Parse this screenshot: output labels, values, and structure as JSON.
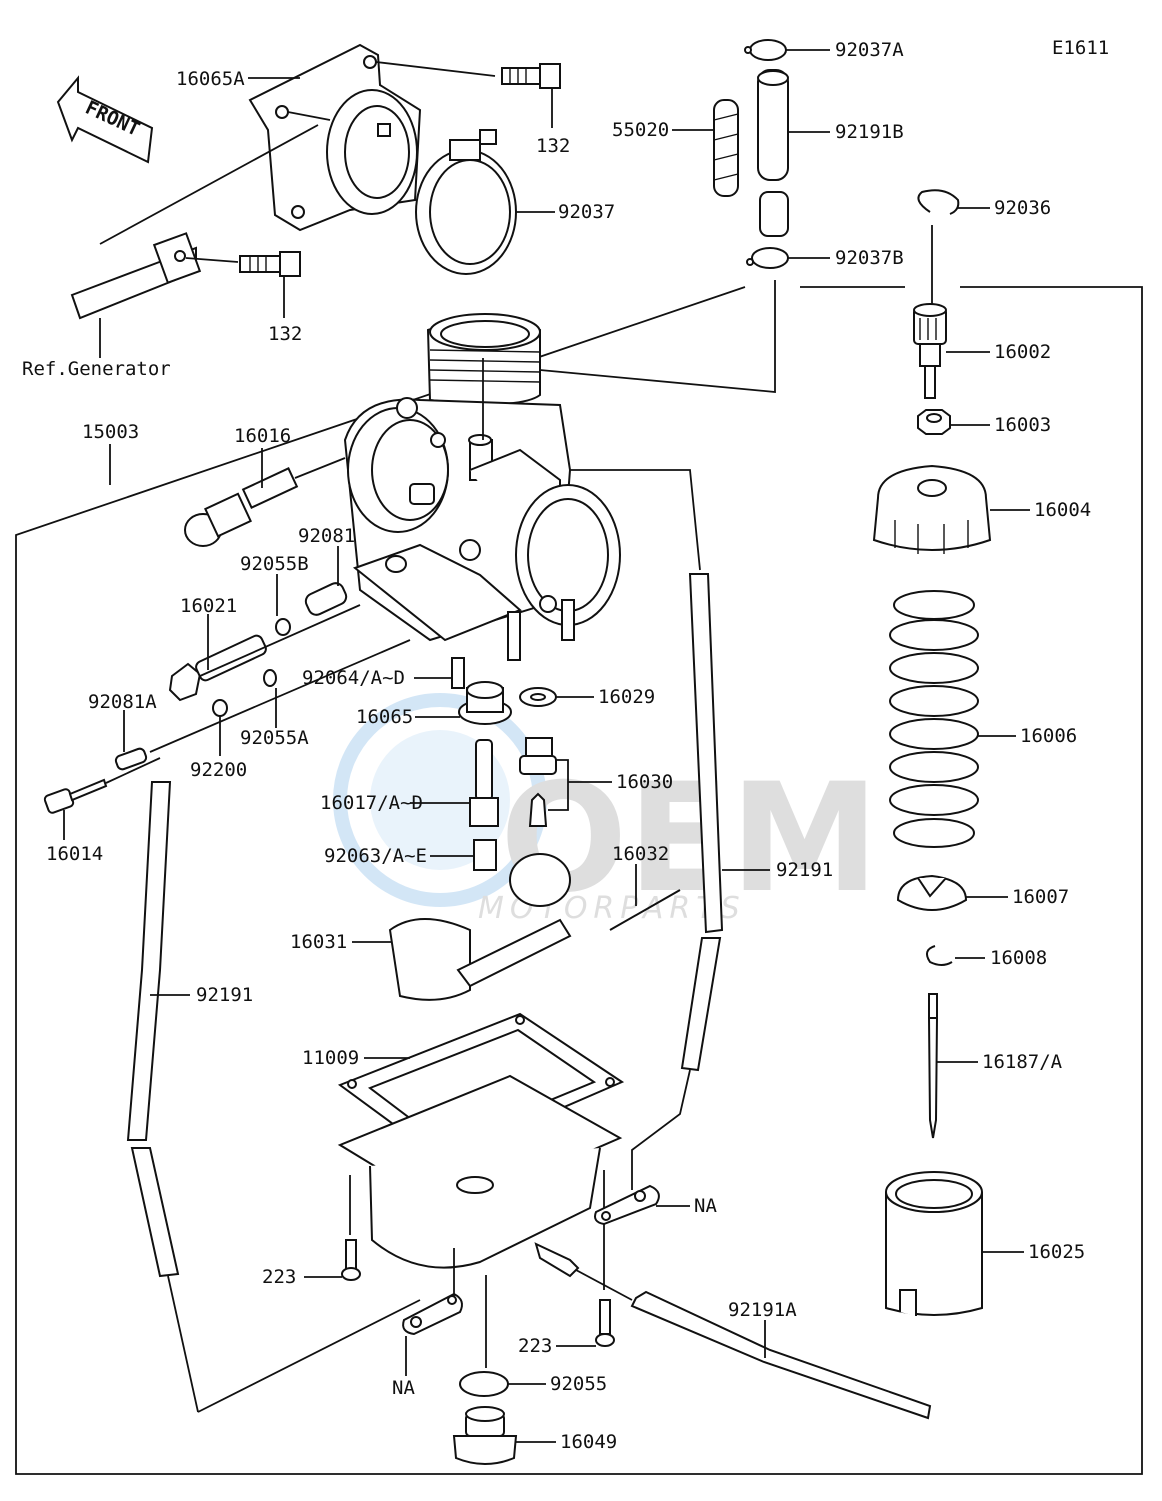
{
  "diagram": {
    "code": "E1611",
    "front_arrow_text": "FRONT",
    "ref_generator": "Ref.Generator",
    "watermark": {
      "brand": "OEM",
      "sub": "MOTORPARTS"
    },
    "labels": {
      "l16065A": "16065A",
      "l132a": "132",
      "l132b": "132",
      "l92037": "92037",
      "l92037A": "92037A",
      "l55020": "55020",
      "l92191B": "92191B",
      "l92036": "92036",
      "l92037B": "92037B",
      "l16002": "16002",
      "l16003": "16003",
      "l16004": "16004",
      "l15003": "15003",
      "l16016": "16016",
      "l92081": "92081",
      "l92055B": "92055B",
      "l16021": "16021",
      "l92064": "92064/A~D",
      "l16029": "16029",
      "l16065": "16065",
      "l92081A": "92081A",
      "l92055A": "92055A",
      "l92200": "92200",
      "l16030": "16030",
      "l16017": "16017/A~D",
      "l16006": "16006",
      "l16014": "16014",
      "l92063": "92063/A~E",
      "l16032": "16032",
      "l92191r": "92191",
      "l16007": "16007",
      "l16031": "16031",
      "l16008": "16008",
      "l92191l": "92191",
      "l11009": "11009",
      "l16187": "16187/A",
      "lNAr": "NA",
      "l16025": "16025",
      "l223a": "223",
      "l92191A": "92191A",
      "l223b": "223",
      "lNAl": "NA",
      "l92055": "92055",
      "l16049": "16049"
    }
  }
}
